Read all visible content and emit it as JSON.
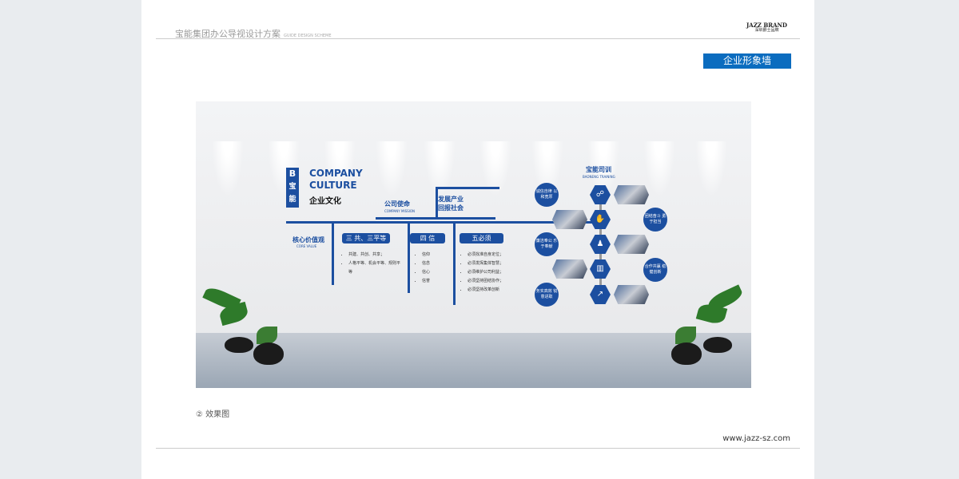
{
  "header": {
    "title": "宝能集团办公导视设计方案",
    "subtitle": "GUIDE DESIGN SCHEME",
    "logo": "JAZZ BRAND",
    "logo_sub": "深圳爵士品牌"
  },
  "badge": "企业形象墙",
  "wall": {
    "brand_cn": "宝能",
    "brand_letter": "B",
    "culture_en_1": "COMPANY",
    "culture_en_2": "CULTURE",
    "culture_cn": "企业文化",
    "mission": {
      "label": "公司使命",
      "en": "COMPANY MISSION",
      "text_1": "发展产业",
      "text_2": "回报社会"
    },
    "core": {
      "label": "核心价值观",
      "en": "CORE VALUE"
    },
    "pillars": [
      {
        "title": "三 共、三平等",
        "items": [
          "共建、共创、共享；",
          "人格平等、机会平等、规则平等"
        ]
      },
      {
        "title": "四 信",
        "items": [
          "信仰",
          "信念",
          "信心",
          "信誉"
        ]
      },
      {
        "title": "五必须",
        "items": [
          "必须找准自身定位；",
          "必须发挥集体智慧；",
          "必须维护公司利益；",
          "必须坚持团结协作；",
          "必须坚持改革创新"
        ]
      }
    ],
    "training": {
      "title": "宝能司训",
      "en": "BAONENG TRAINING",
      "circles": [
        "诚信自律 以和宽厚",
        "团结奋斗 勇于担当",
        "廉洁奉公 乐于奉献",
        "合作共赢 稳健创新",
        "务实高效 锐意进取"
      ]
    }
  },
  "caption": "② 效果图",
  "url": "www.jazz-sz.com"
}
